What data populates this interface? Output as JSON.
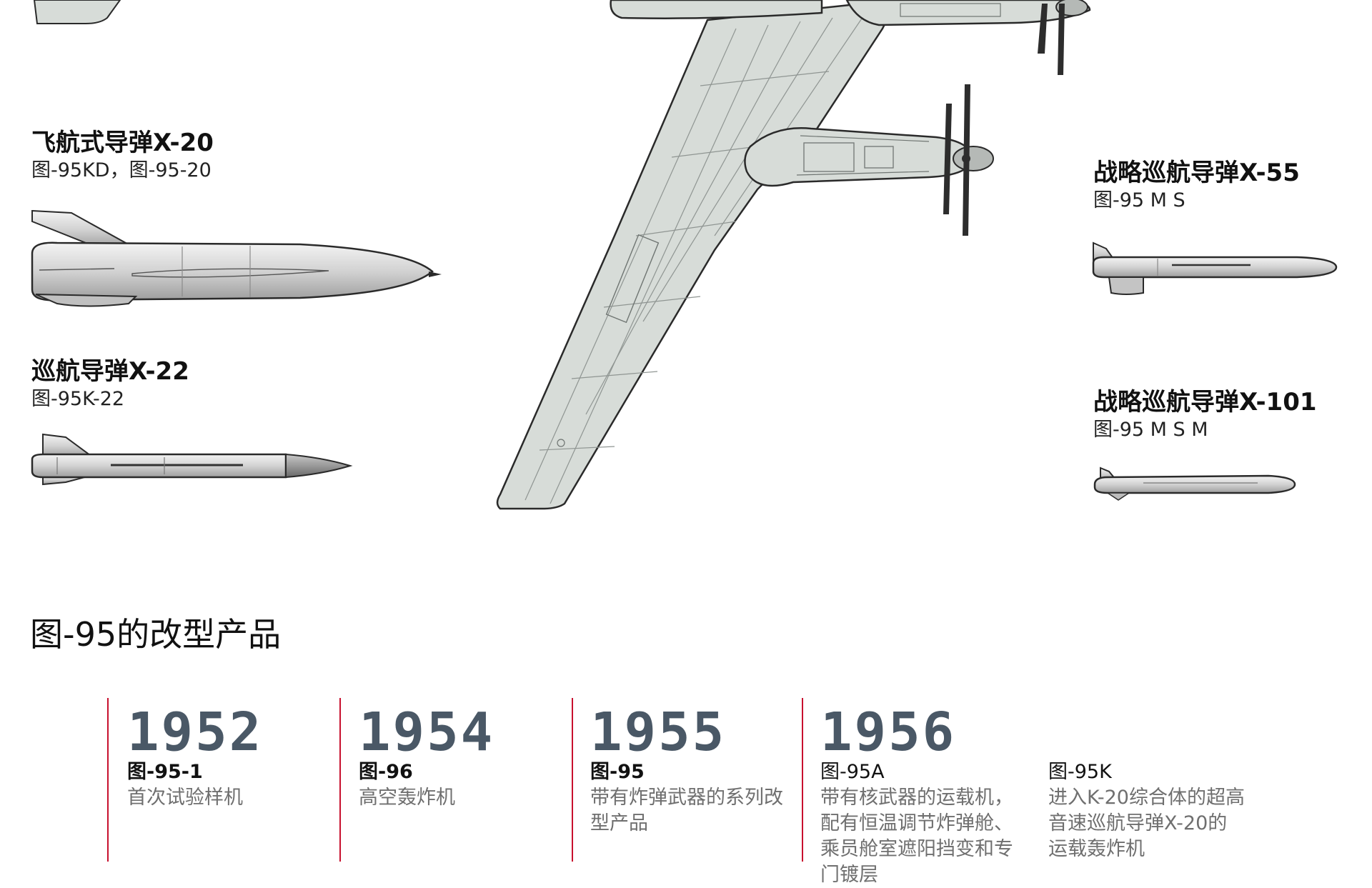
{
  "missiles": [
    {
      "name": "飞航式导弹X-20",
      "carrier": "图-95KD，图-95-20"
    },
    {
      "name": "巡航导弹X-22",
      "carrier": "图-95K-22"
    },
    {
      "name": "战略巡航导弹X-55",
      "carrier": "图-95 M S"
    },
    {
      "name": "战略巡航导弹X-101",
      "carrier": "图-95 M S M"
    }
  ],
  "section_title": "图-95的改型产品",
  "timeline": [
    {
      "year": "1952",
      "model": "图-95-1",
      "desc": "首次试验样机"
    },
    {
      "year": "1954",
      "model": "图-96",
      "desc": "高空轰炸机"
    },
    {
      "year": "1955",
      "model": "图-95",
      "desc": "带有炸弹武器的系列改型产品"
    },
    {
      "year": "1956",
      "model": "图-95A",
      "desc": "带有核武器的运载机，配有恒温调节炸弹舱、乘员舱室遮阳挡变和专门镀层"
    },
    {
      "year": "",
      "model": "图-95K",
      "desc": "进入K-20综合体的超高音速巡航导弹X-20的运载轰炸机"
    }
  ],
  "colors": {
    "timeline_line": "#c8102e",
    "year_text": "#4a5866",
    "aircraft_fill": "#d7dcd8",
    "missile_fill": "#dcdcdc",
    "outline": "#2a2a2a"
  }
}
